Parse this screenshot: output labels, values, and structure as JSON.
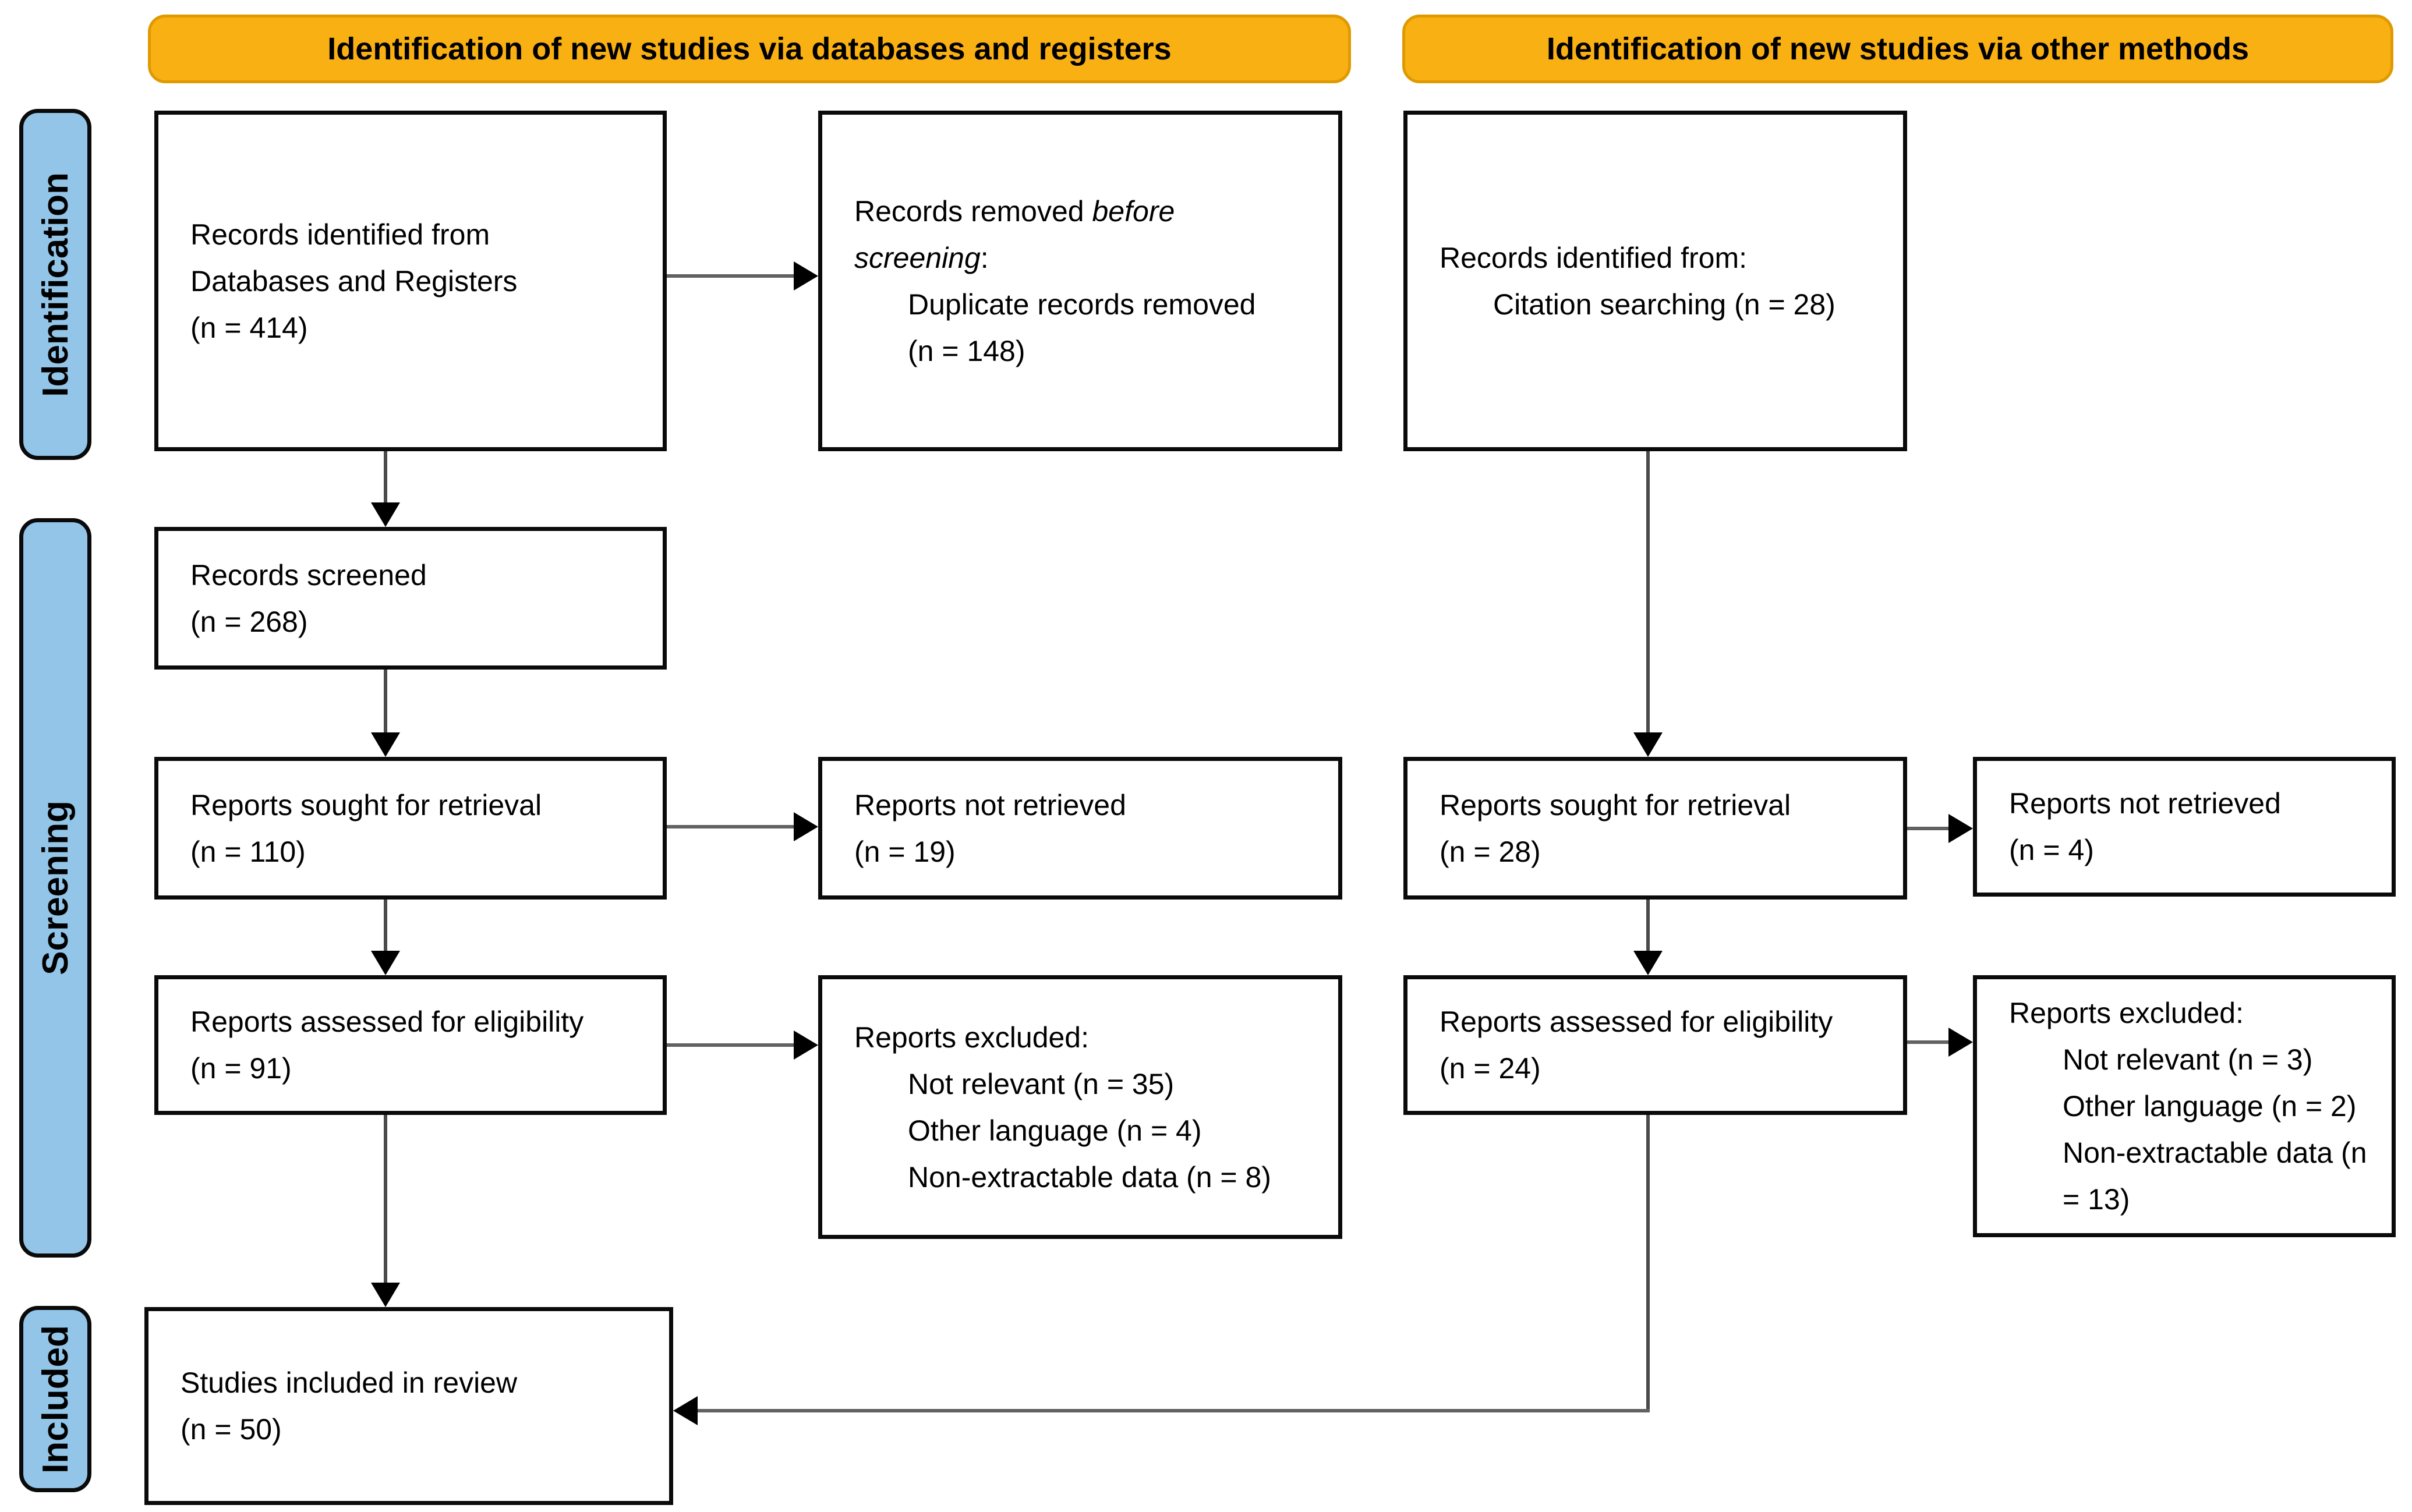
{
  "headers": {
    "databases": "Identification of new studies via databases and registers",
    "other": "Identification of new studies via other methods"
  },
  "stages": {
    "identification": "Identification",
    "screening": "Screening",
    "included": "Included"
  },
  "boxes": {
    "records_identified_db": {
      "line1": "Records identified from",
      "line2": "Databases and Registers",
      "line3": "(n = 414)"
    },
    "records_removed": {
      "intro_pre": "Records removed ",
      "intro_em": "before screening",
      "intro_post": ":",
      "item1": "Duplicate records removed (n = 148)"
    },
    "records_identified_other": {
      "intro": "Records identified from:",
      "item1": "Citation searching (n = 28)"
    },
    "records_screened": {
      "line1": "Records screened",
      "line2": "(n = 268)"
    },
    "reports_sought_db": {
      "line1": "Reports sought for retrieval",
      "line2": "(n = 110)"
    },
    "reports_not_retrieved_db": {
      "line1": "Reports not retrieved",
      "line2": "(n = 19)"
    },
    "reports_sought_other": {
      "line1": "Reports sought for retrieval",
      "line2": "(n = 28)"
    },
    "reports_not_retrieved_other": {
      "line1": "Reports not retrieved",
      "line2": "(n = 4)"
    },
    "reports_assessed_db": {
      "line1": "Reports assessed for eligibility",
      "line2": "(n = 91)"
    },
    "reports_excluded_db": {
      "intro": "Reports excluded:",
      "item1": "Not relevant (n = 35)",
      "item2": "Other language (n = 4)",
      "item3": "Non-extractable data (n = 8)"
    },
    "reports_assessed_other": {
      "line1": "Reports assessed for eligibility",
      "line2": "(n = 24)"
    },
    "reports_excluded_other": {
      "intro": "Reports excluded:",
      "item1": "Not relevant (n = 3)",
      "item2": "Other language (n = 2)",
      "item3": "Non-extractable data (n = 13)"
    },
    "studies_included": {
      "line1": "Studies included in review",
      "line2": "(n = 50)"
    }
  },
  "colors": {
    "header_bg": "#F9B013",
    "header_border": "#DE9A00",
    "stage_bg": "#92C5E8",
    "box_border": "#0A0A0A",
    "arrow_line": "#616161",
    "arrow_head": "#000000"
  }
}
